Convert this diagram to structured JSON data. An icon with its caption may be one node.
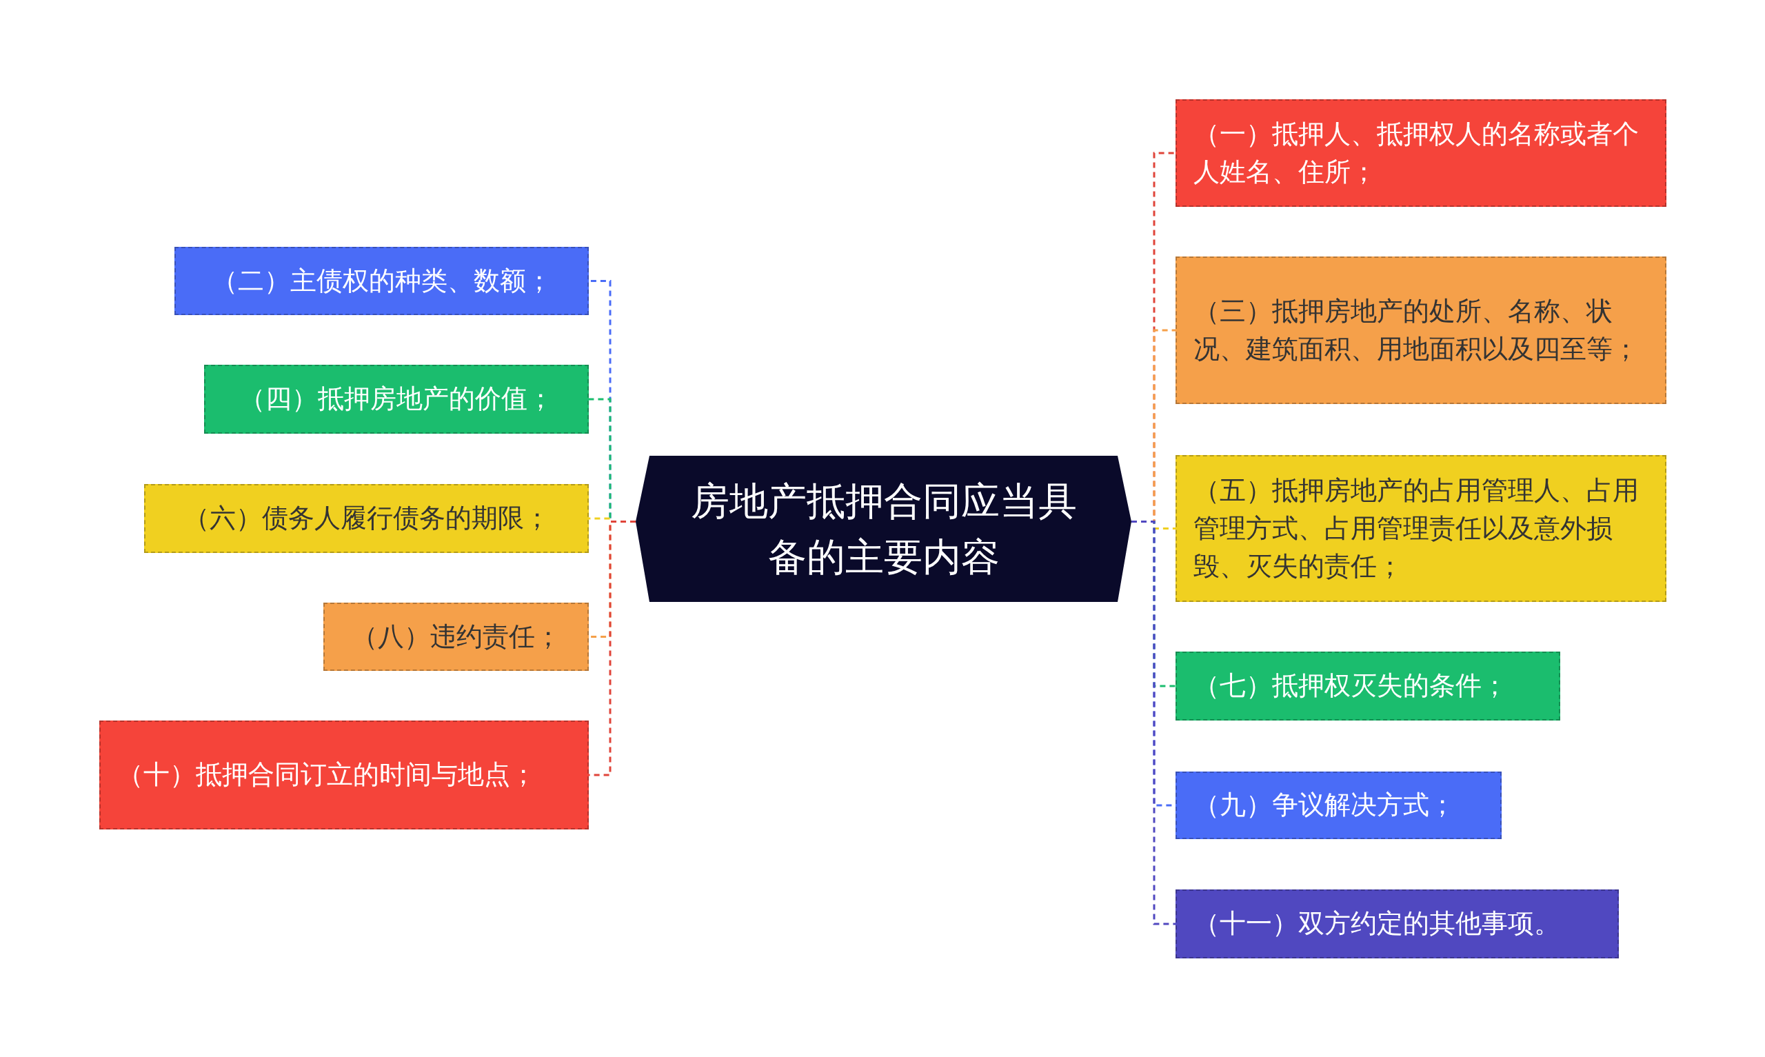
{
  "diagram": {
    "nodes": [
      {
        "text": [
          "房地产抵押合同应当具备的主要内容"
        ]
      },
      {
        "text": [
          "（一）抵押人、抵押权人的名称或者个人姓名、住所；"
        ]
      },
      {
        "text": [
          "（二）主债权的种类、数额；"
        ]
      },
      {
        "text": [
          "（三）抵押房地产的处所、名称、状况、建筑面积、用地面积以及四至等；"
        ]
      },
      {
        "text": [
          "（四）抵押房地产的价值；"
        ]
      },
      {
        "text": [
          "（五）抵押房地产的占用管理人、占用管理方式、占用管理责任以及意外损毁、灭失的责任；"
        ]
      },
      {
        "text": [
          "（六）债务人履行债务的期限；"
        ]
      },
      {
        "text": [
          "（七）抵押权灭失的条件；"
        ]
      },
      {
        "text": [
          "（八）违约责任；"
        ]
      },
      {
        "text": [
          "（九）争议解决方式；"
        ]
      },
      {
        "text": [
          "（十）抵押合同订立的时间与地点；"
        ]
      },
      {
        "text": [
          "（十一）双方约定的其他事项。"
        ]
      }
    ],
    "edges": [
      {
        "from": 0,
        "to": 1,
        "arrow": "none",
        "style": "dashed",
        "color": "#e0453a"
      },
      {
        "from": 0,
        "to": 2,
        "arrow": "none",
        "style": "dashed",
        "color": "#4a6cf7"
      },
      {
        "from": 0,
        "to": 3,
        "arrow": "none",
        "style": "dashed",
        "color": "#f5a04a"
      },
      {
        "from": 0,
        "to": 4,
        "arrow": "none",
        "style": "dashed",
        "color": "#1bbd6e"
      },
      {
        "from": 0,
        "to": 5,
        "arrow": "none",
        "style": "dashed",
        "color": "#f0d020"
      },
      {
        "from": 0,
        "to": 6,
        "arrow": "none",
        "style": "dashed",
        "color": "#f0d020"
      },
      {
        "from": 0,
        "to": 7,
        "arrow": "none",
        "style": "dashed",
        "color": "#1bbd6e"
      },
      {
        "from": 0,
        "to": 8,
        "arrow": "none",
        "style": "dashed",
        "color": "#f5a04a"
      },
      {
        "from": 0,
        "to": 9,
        "arrow": "none",
        "style": "dashed",
        "color": "#4a6cf7"
      },
      {
        "from": 0,
        "to": 10,
        "arrow": "none",
        "style": "dashed",
        "color": "#e0453a"
      },
      {
        "from": 0,
        "to": 11,
        "arrow": "none",
        "style": "dashed",
        "color": "#5048c0"
      }
    ]
  }
}
